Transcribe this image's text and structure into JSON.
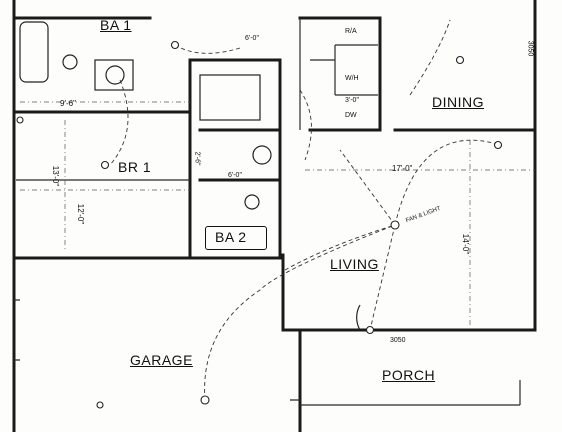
{
  "rooms": {
    "ba1": "BA 1",
    "br1": "BR 1",
    "dining": "DINING",
    "living": "LIVING",
    "ba2": "BA 2",
    "garage": "GARAGE",
    "porch": "PORCH"
  },
  "fixtures": {
    "fan_light": "FAN & LIGHT",
    "wh": "W/H",
    "dw": "DW",
    "ra": "R/A"
  },
  "dimensions": {
    "d1": "9'-6\"",
    "d2": "13'-0\"",
    "d3": "12'-0\"",
    "d4": "17'-0\"",
    "d5": "14'-0\"",
    "d6": "3'-0\"",
    "d7": "2'-6\"",
    "d8": "6'-0\"",
    "d9": "3050",
    "d10": "3050",
    "d11": "6'-0\""
  }
}
